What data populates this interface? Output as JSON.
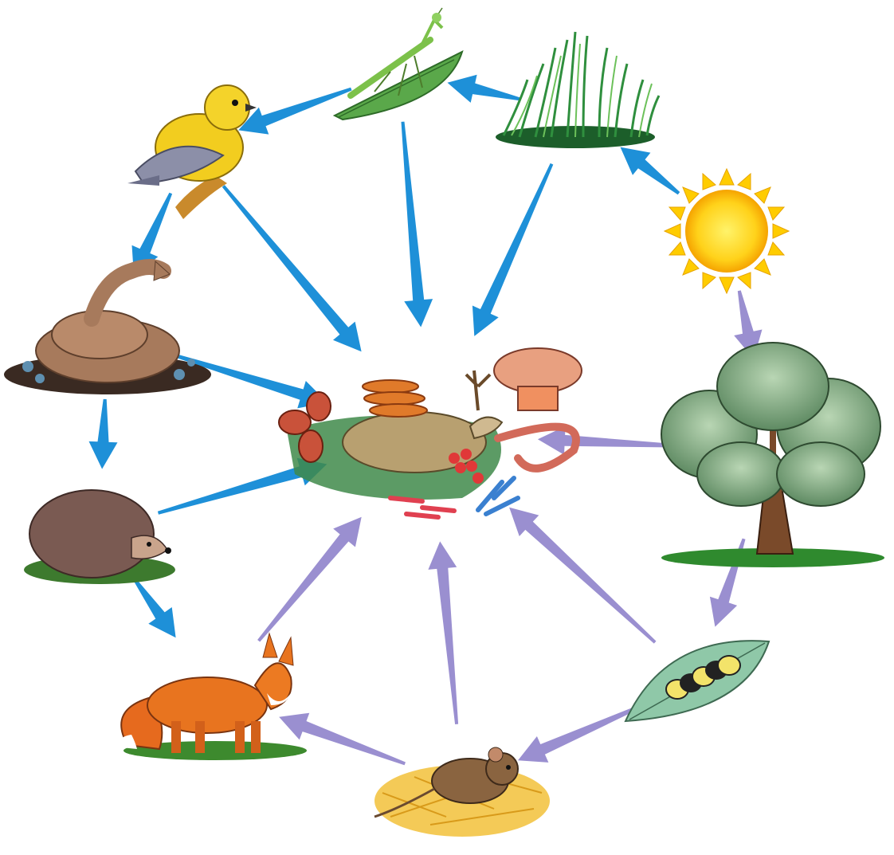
{
  "colors": {
    "blue_arrow": "#1e90d8",
    "purple_arrow": "#9a8fd0",
    "background": "#ffffff"
  },
  "nodes": [
    {
      "id": "sun",
      "icon": "sun-icon"
    },
    {
      "id": "grass",
      "icon": "grass-icon"
    },
    {
      "id": "mantis",
      "icon": "mantis-icon"
    },
    {
      "id": "bird",
      "icon": "bird-icon"
    },
    {
      "id": "snake",
      "icon": "snake-icon"
    },
    {
      "id": "hedgehog",
      "icon": "hedgehog-icon"
    },
    {
      "id": "fox",
      "icon": "fox-icon"
    },
    {
      "id": "mouse",
      "icon": "mouse-icon"
    },
    {
      "id": "caterpillar",
      "icon": "caterpillar-icon"
    },
    {
      "id": "tree",
      "icon": "tree-icon"
    },
    {
      "id": "decomposers",
      "icon": "decomposers-icon"
    }
  ],
  "edges": [
    {
      "from": "sun",
      "to": "grass",
      "color": "blue"
    },
    {
      "from": "grass",
      "to": "mantis",
      "color": "blue"
    },
    {
      "from": "mantis",
      "to": "bird",
      "color": "blue"
    },
    {
      "from": "bird",
      "to": "snake",
      "color": "blue"
    },
    {
      "from": "snake",
      "to": "hedgehog",
      "color": "blue"
    },
    {
      "from": "hedgehog",
      "to": "fox",
      "color": "blue"
    },
    {
      "from": "mantis",
      "to": "decomposers",
      "color": "blue"
    },
    {
      "from": "grass",
      "to": "decomposers",
      "color": "blue"
    },
    {
      "from": "bird",
      "to": "decomposers",
      "color": "blue"
    },
    {
      "from": "snake",
      "to": "decomposers",
      "color": "blue"
    },
    {
      "from": "hedgehog",
      "to": "decomposers",
      "color": "blue"
    },
    {
      "from": "sun",
      "to": "tree",
      "color": "purple"
    },
    {
      "from": "tree",
      "to": "caterpillar",
      "color": "purple"
    },
    {
      "from": "caterpillar",
      "to": "mouse",
      "color": "purple"
    },
    {
      "from": "mouse",
      "to": "fox",
      "color": "purple"
    },
    {
      "from": "tree",
      "to": "decomposers",
      "color": "purple"
    },
    {
      "from": "caterpillar",
      "to": "decomposers",
      "color": "purple"
    },
    {
      "from": "mouse",
      "to": "decomposers",
      "color": "purple"
    },
    {
      "from": "fox",
      "to": "decomposers",
      "color": "purple"
    }
  ]
}
